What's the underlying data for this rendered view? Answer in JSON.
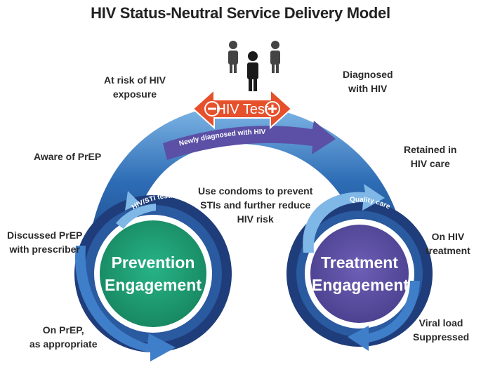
{
  "title": "HIV Status-Neutral Service Delivery Model",
  "hiv_test": {
    "label": "HIV Test",
    "minus_symbol": "−",
    "plus_symbol": "+"
  },
  "arc_label": "Newly diagnosed with HIV",
  "center_note": [
    "Use condoms to prevent",
    "STIs and further reduce",
    "HIV risk"
  ],
  "left_labels": [
    [
      "At risk of HIV",
      "exposure"
    ],
    [
      "Aware of PrEP"
    ],
    [
      "Discussed PrEP",
      "with prescriber"
    ],
    [
      "On PrEP,",
      "as appropriate"
    ]
  ],
  "right_labels": [
    [
      "Diagnosed",
      "with HIV"
    ],
    [
      "Retained in",
      "HIV care"
    ],
    [
      "On HIV",
      "treatment"
    ],
    [
      "Viral load",
      "Suppressed"
    ]
  ],
  "prevention": {
    "line1": "Prevention",
    "line2": "Engagement",
    "ring_label": "HIV/STI testing"
  },
  "treatment": {
    "line1": "Treatment",
    "line2": "Engagement",
    "ring_label": "Quality care"
  },
  "colors": {
    "arch_dark": "#1f4e8c",
    "arch_light": "#7fb7e6",
    "ring_dark": "#1f3d7a",
    "prevention_fill": "#1e9e74",
    "treatment_fill": "#5a4ea0",
    "hiv_test": "#e6502b",
    "purple_arrow": "#5b50a5",
    "people": "#444444"
  }
}
